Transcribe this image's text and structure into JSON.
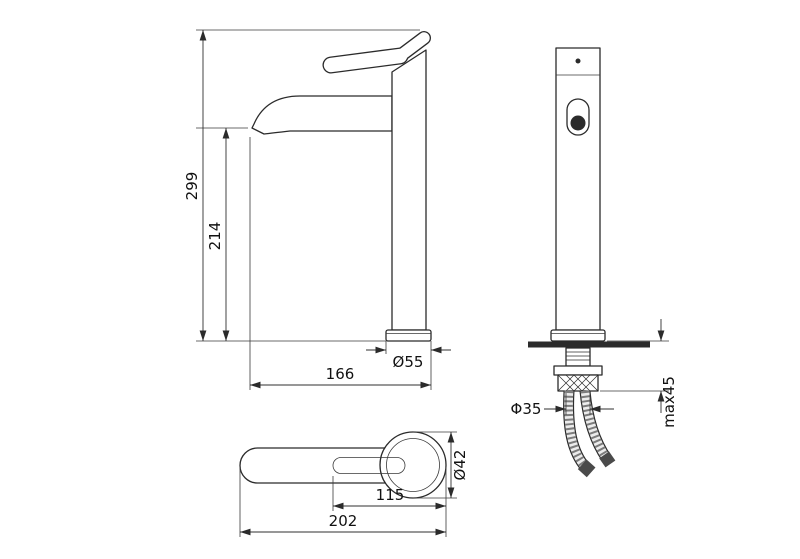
{
  "side_view": {
    "total_height": "299",
    "spout_height": "214",
    "spout_reach": "166",
    "base_diameter": "Ø55"
  },
  "front_view": {
    "hole_diameter": "Φ35",
    "max_mounting_thickness": "max45"
  },
  "top_view": {
    "circle_diameter": "Ø42",
    "inner_length": "115",
    "overall_length": "202"
  }
}
